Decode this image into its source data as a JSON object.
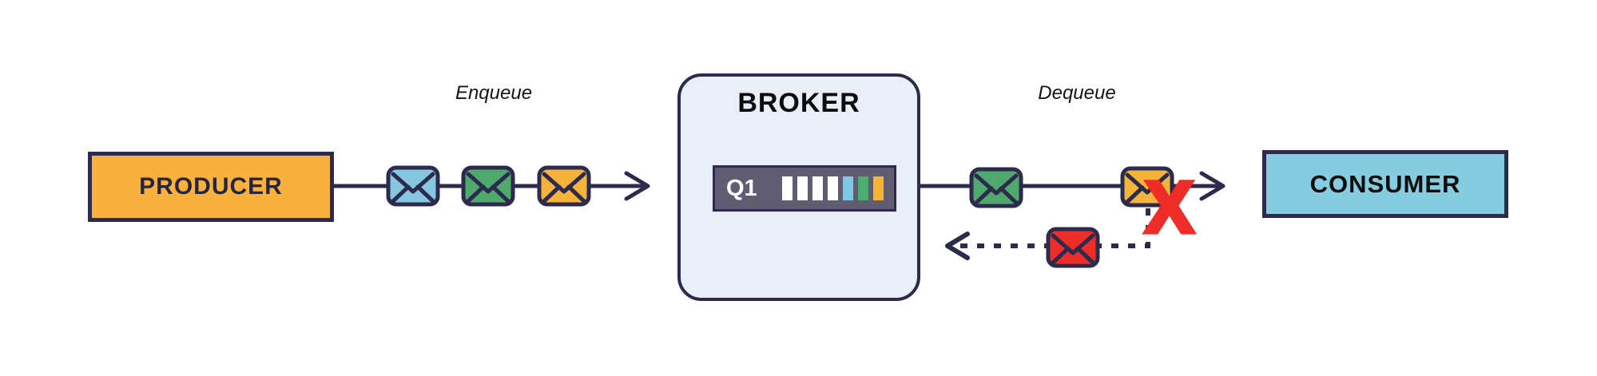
{
  "nodes": {
    "producer": {
      "label": "PRODUCER",
      "fill": "#F8B13C"
    },
    "broker": {
      "label": "BROKER",
      "fill": "#EAEEF8",
      "queue": {
        "label": "Q1",
        "bar_fill": "#605D73",
        "slots": [
          "#FFFFFF",
          "#FFFFFF",
          "#FFFFFF",
          "#FFFFFF",
          "#7EC8E3",
          "#4BAE6F",
          "#F7B432"
        ]
      }
    },
    "consumer": {
      "label": "CONSUMER",
      "fill": "#85CCE1"
    }
  },
  "flows": {
    "enqueue": {
      "label": "Enqueue",
      "messages": [
        "#86C7E0",
        "#4FA96C",
        "#F5B33B"
      ]
    },
    "dequeue": {
      "label": "Dequeue",
      "messages": [
        "#4FA96C",
        "#F5B33B"
      ],
      "failed_marker": "X",
      "failed_color": "#EF2D28"
    },
    "requeue": {
      "line_style": "dashed",
      "message": "#EF2D28"
    }
  },
  "colors": {
    "stroke": "#2C2A4D",
    "background": "#FFFFFF"
  }
}
